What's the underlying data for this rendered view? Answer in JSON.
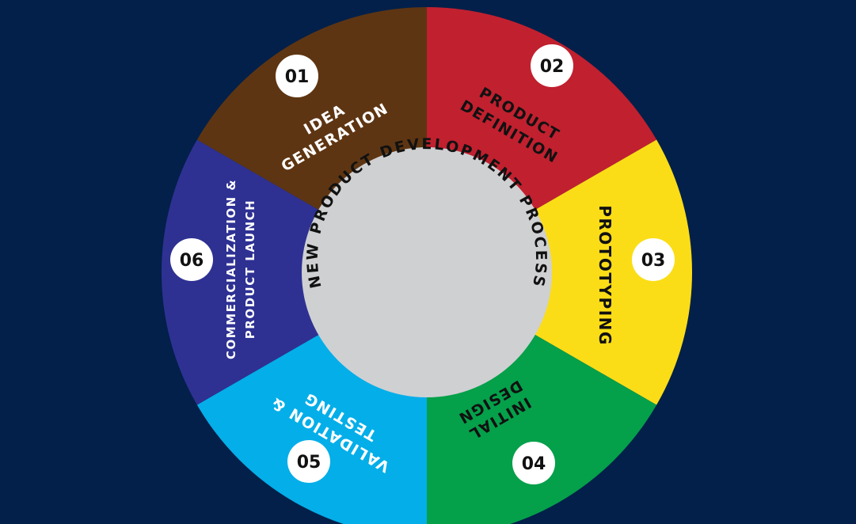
{
  "center": {
    "title": "NEW PRODUCT DEVELOPMENT PROCESS"
  },
  "steps": [
    {
      "number": "01",
      "line1": "IDEA",
      "line2": "GENERATION",
      "color": "#c1202f",
      "text_color": "#ffffff"
    },
    {
      "number": "02",
      "line1": "PRODUCT",
      "line2": "DEFINITION",
      "color": "#fbdd17",
      "text_color": "#111111"
    },
    {
      "number": "03",
      "line1": "PROTOTYPING",
      "line2": "",
      "color": "#05a04a",
      "text_color": "#111111"
    },
    {
      "number": "04",
      "line1": "INITIAL",
      "line2": "DESIGN",
      "color": "#04aee9",
      "text_color": "#111111"
    },
    {
      "number": "05",
      "line1": "VALIDATION &",
      "line2": "TESTING",
      "color": "#2e3192",
      "text_color": "#ffffff"
    },
    {
      "number": "06",
      "line1": "COMMERCIALIZATION &",
      "line2": "PRODUCT LAUNCH",
      "color": "#5e3512",
      "text_color": "#ffffff"
    }
  ],
  "colors": {
    "background": "#02204a",
    "center_disc": "#cfd0d2",
    "number_badge": "#ffffff"
  }
}
